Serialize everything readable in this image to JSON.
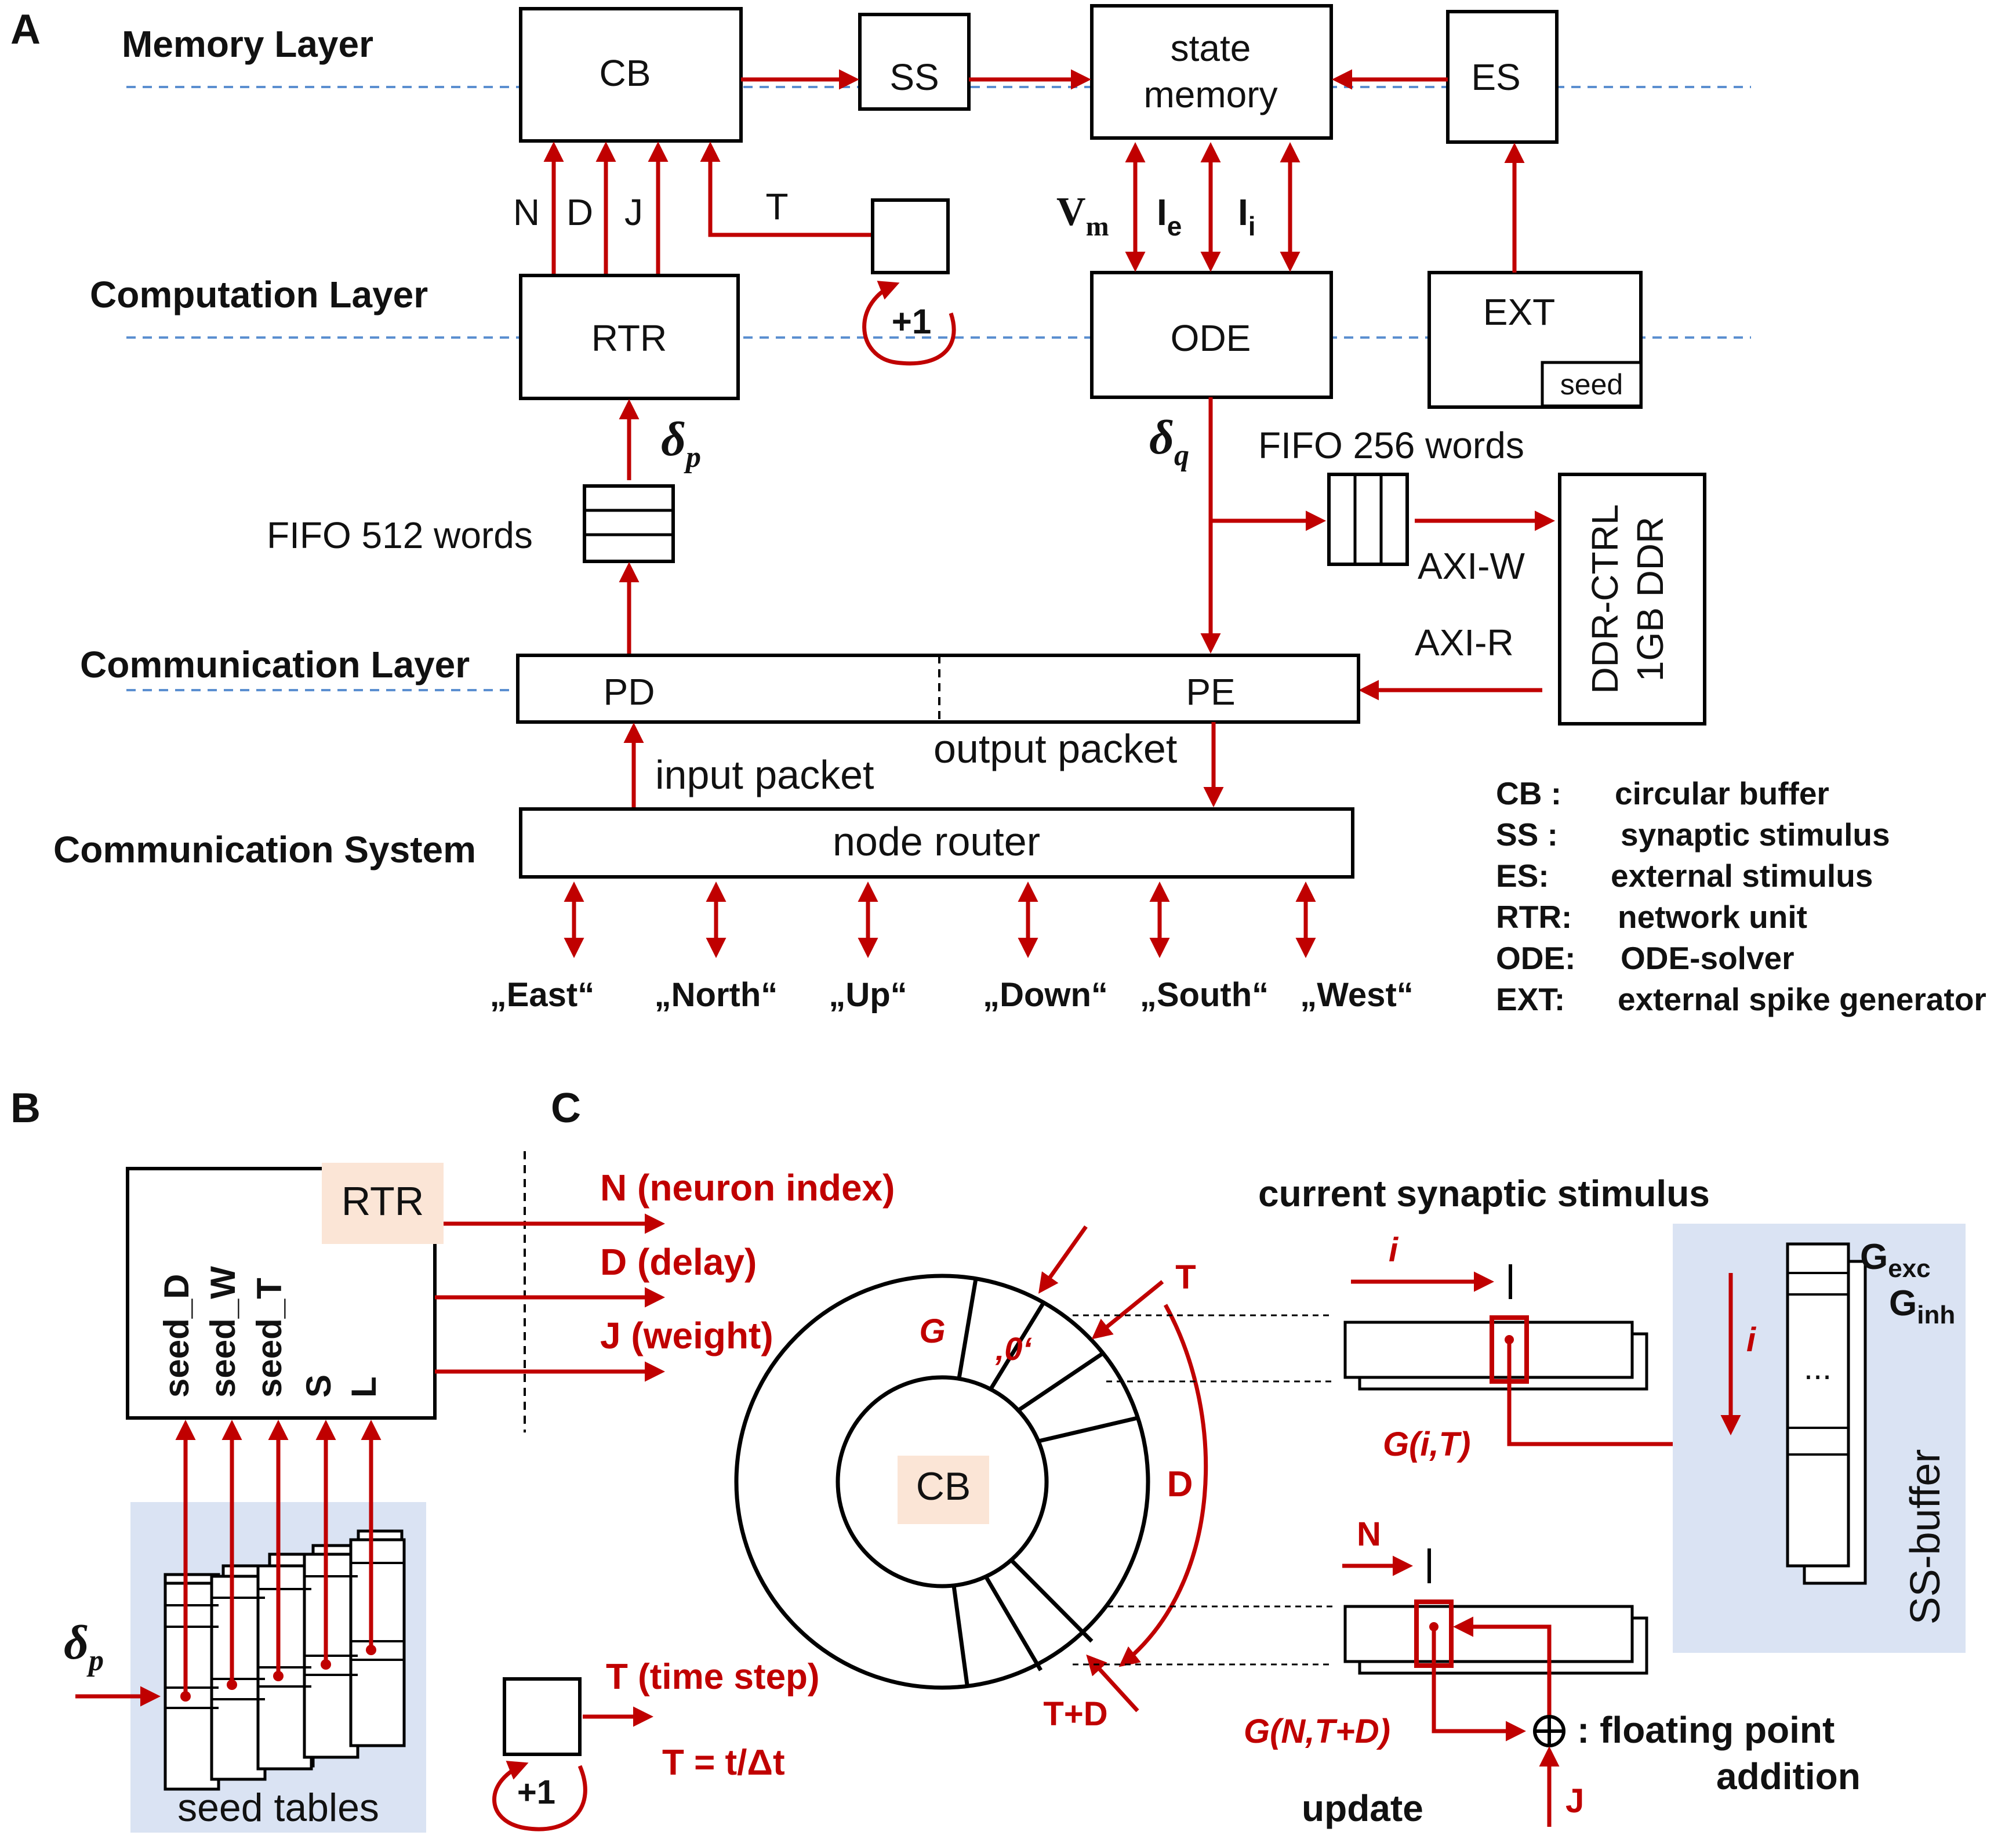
{
  "panels": {
    "a": "A",
    "b": "B",
    "c": "C"
  },
  "layers": {
    "memory": "Memory Layer",
    "computation": "Computation Layer",
    "communication": "Communication Layer",
    "system": "Communication System"
  },
  "blocks": {
    "cb": "CB",
    "ss": "SS",
    "state_line1": "state",
    "state_line2": "memory",
    "es": "ES",
    "rtr": "RTR",
    "ode": "ODE",
    "ext": "EXT",
    "seed": "seed",
    "pd": "PD",
    "pe": "PE",
    "node_router": "node router",
    "ddr_line1": "DDR-CTRL",
    "ddr_line2": "1GB DDR"
  },
  "signals": {
    "n": "N",
    "d": "D",
    "j": "J",
    "t": "T",
    "plus_one": "+1",
    "vm": "V",
    "vm_sub": "m",
    "ie": "I",
    "ie_sub": "e",
    "ii": "I",
    "ii_sub": "i",
    "delta": "δ",
    "delta_p_sub": "p",
    "delta_q_sub": "q",
    "fifo_in": "FIFO 512 words",
    "fifo_out": "FIFO 256 words",
    "axi_w": "AXI-W",
    "axi_r": "AXI-R",
    "input_packet": "input  packet",
    "output_packet": "output  packet"
  },
  "directions": [
    "„East“",
    "„North“",
    "„Up“",
    "„Down“",
    "„South“",
    "„West“"
  ],
  "legend": [
    {
      "key": "CB :",
      "value": "circular buffer"
    },
    {
      "key": "SS :",
      "value": "synaptic stimulus"
    },
    {
      "key": "ES:",
      "value": "external stimulus"
    },
    {
      "key": "RTR:",
      "value": "network unit"
    },
    {
      "key": "ODE:",
      "value": "ODE-solver"
    },
    {
      "key": "EXT:",
      "value": "external spike generator"
    }
  ],
  "panel_b": {
    "rtr": "RTR",
    "seeds": [
      "seed_D",
      "seed_W",
      "seed_T",
      "S",
      "L"
    ],
    "seed_tables": "seed tables",
    "delta": "δ",
    "delta_sub": "p"
  },
  "panel_c": {
    "n_out": "N (neuron index)",
    "d_out": "D (delay)",
    "j_out": "J (weight)",
    "cb": "CB",
    "g": "G",
    "zero": "‚0‘",
    "t": "T",
    "d": "D",
    "t_plus_d": "T+D",
    "t_step": "T (time step)",
    "t_formula": "T = t/Δt",
    "plus_one": "+1",
    "current_title": "current synaptic stimulus",
    "i": "i",
    "g_i_t": "G(i,T)",
    "n": "N",
    "g_n_td": "G(N,T+D)",
    "update": "update",
    "j": "J",
    "fp_line1": ": floating point",
    "fp_line2": "addition",
    "g_exc": "G",
    "g_exc_sub": "exc",
    "g_inh": "G",
    "g_inh_sub": "inh",
    "dots": "...",
    "ss_buffer": "SS-buffer"
  }
}
